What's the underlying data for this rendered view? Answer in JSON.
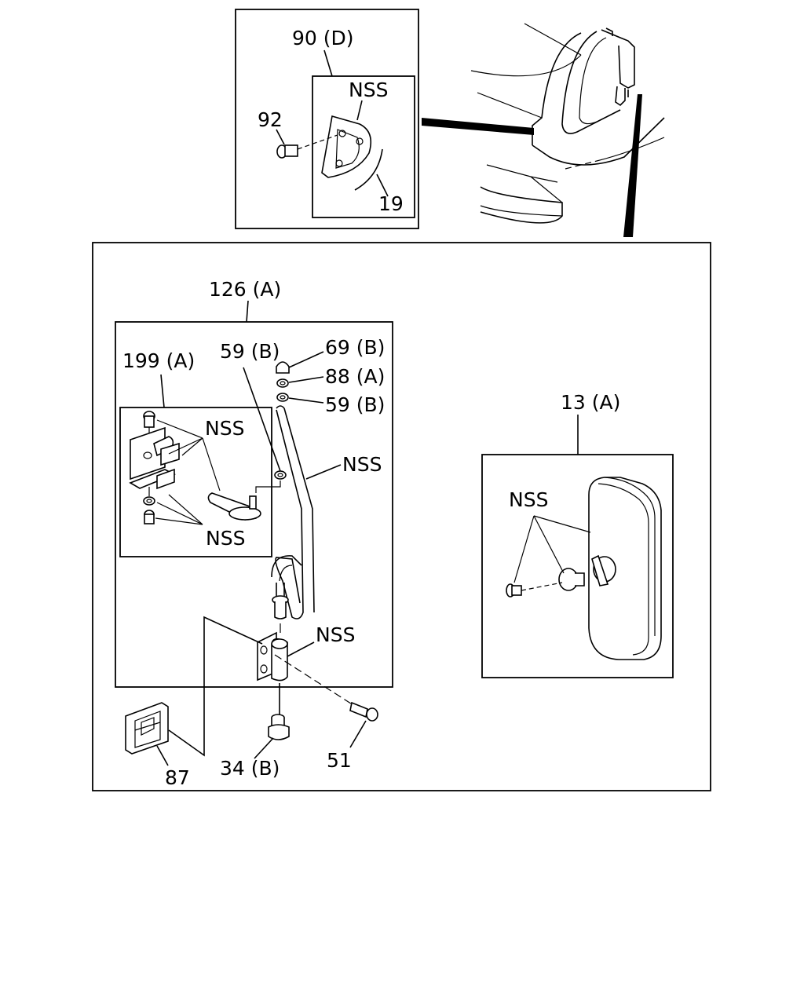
{
  "labels": {
    "l_90d": "90 (D)",
    "l_nss_top": "NSS",
    "l_92": "92",
    "l_19": "19",
    "l_126a": "126 (A)",
    "l_199a": "199 (A)",
    "l_59b_left": "59 (B)",
    "l_69b": "69 (B)",
    "l_88a": "88 (A)",
    "l_59b_right": "59 (B)",
    "l_nss_bracket_top": "NSS",
    "l_nss_bracket_bottom": "NSS",
    "l_nss_arm": "NSS",
    "l_nss_hinge": "NSS",
    "l_13a": "13 (A)",
    "l_nss_mirror": "NSS",
    "l_87": "87",
    "l_34b": "34 (B)",
    "l_51": "51"
  }
}
